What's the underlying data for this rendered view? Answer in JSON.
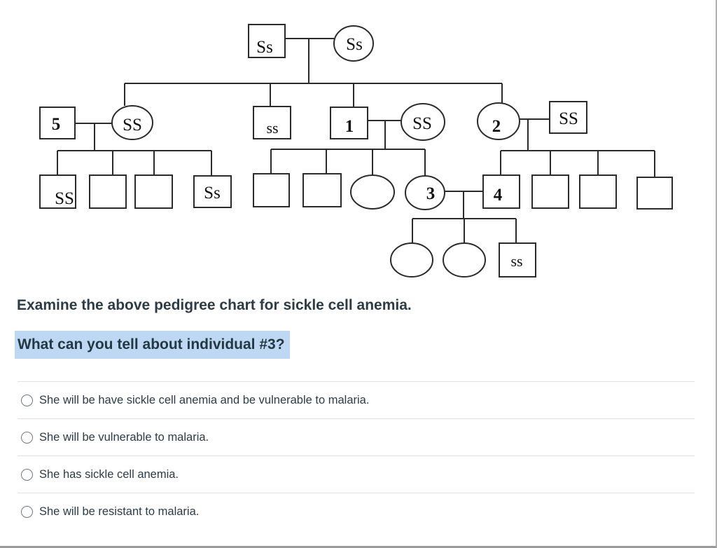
{
  "page": {
    "background": "#ffffff",
    "border_color": "#b2b2b2"
  },
  "pedigree": {
    "line_color": "#2b2b2b",
    "nodes": [
      {
        "shape": "square",
        "label": "Ss",
        "generation": 1
      },
      {
        "shape": "circle",
        "label": "Ss",
        "generation": 1
      },
      {
        "shape": "square",
        "label": "5",
        "generation": 2
      },
      {
        "shape": "circle",
        "label": "SS",
        "generation": 2
      },
      {
        "shape": "square",
        "label": "ss",
        "generation": 2
      },
      {
        "shape": "square",
        "label": "1",
        "generation": 2
      },
      {
        "shape": "circle",
        "label": "SS",
        "generation": 2
      },
      {
        "shape": "circle",
        "label": "2",
        "generation": 2
      },
      {
        "shape": "square",
        "label": "SS",
        "generation": 2
      },
      {
        "shape": "square",
        "label": "SS",
        "generation": 3
      },
      {
        "shape": "square",
        "label": "",
        "generation": 3
      },
      {
        "shape": "square",
        "label": "",
        "generation": 3
      },
      {
        "shape": "square",
        "label": "Ss",
        "generation": 3
      },
      {
        "shape": "square",
        "label": "",
        "generation": 3
      },
      {
        "shape": "square",
        "label": "",
        "generation": 3
      },
      {
        "shape": "circle",
        "label": "",
        "generation": 3
      },
      {
        "shape": "circle",
        "label": "3",
        "generation": 3
      },
      {
        "shape": "square",
        "label": "4",
        "generation": 3
      },
      {
        "shape": "square",
        "label": "",
        "generation": 3
      },
      {
        "shape": "square",
        "label": "",
        "generation": 3
      },
      {
        "shape": "square",
        "label": "",
        "generation": 3
      },
      {
        "shape": "circle",
        "label": "",
        "generation": 4
      },
      {
        "shape": "circle",
        "label": "",
        "generation": 4
      },
      {
        "shape": "square",
        "label": "ss",
        "generation": 4
      }
    ]
  },
  "question": {
    "intro": "Examine the above pedigree chart for sickle cell anemia.",
    "prompt": "What can you tell about individual #3?",
    "text_color": "#2d3b45",
    "highlight_color": "#bed8f3"
  },
  "options": [
    {
      "label": "She will be have sickle cell anemia and be vulnerable to malaria.",
      "selected": false
    },
    {
      "label": "She will be vulnerable to malaria.",
      "selected": false
    },
    {
      "label": "She has sickle cell anemia.",
      "selected": false
    },
    {
      "label": "She will be resistant to malaria.",
      "selected": false
    }
  ]
}
